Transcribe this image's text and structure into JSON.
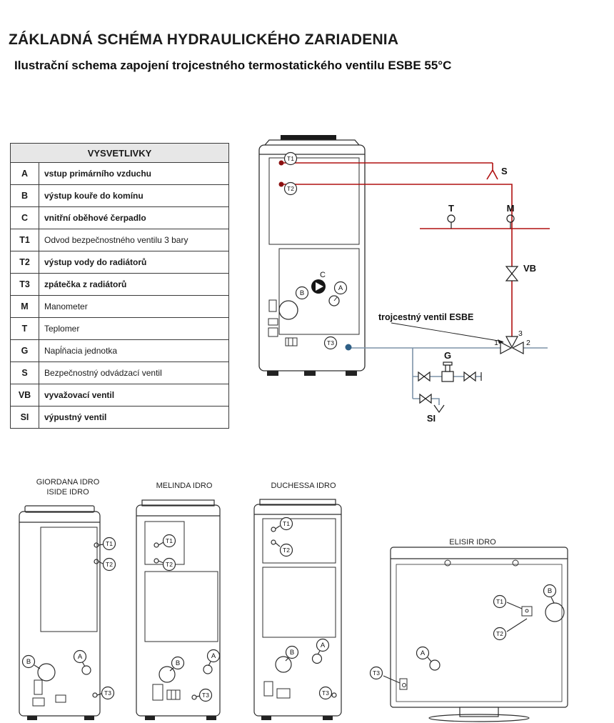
{
  "header": {
    "title": "ZÁKLADNÁ SCHÉMA HYDRAULICKÉHO ZARIADENIA",
    "subtitle": "Ilustrační schema  zapojení trojcestného termostatického ventilu ESBE 55°C"
  },
  "legend": {
    "title": "VYSVETLIVKY",
    "rows": [
      {
        "key": "A",
        "label": "vstup primárního vzduchu"
      },
      {
        "key": "B",
        "label": "výstup kouře do komínu"
      },
      {
        "key": "C",
        "label": "vnitřní oběhové čerpadlo"
      },
      {
        "key": "T1",
        "label": "Odvod bezpečnostného ventilu 3 bary"
      },
      {
        "key": "T2",
        "label": "výstup vody do radiátorů"
      },
      {
        "key": "T3",
        "label": "zpátečka z radiátorů"
      },
      {
        "key": "M",
        "label": "Manometer"
      },
      {
        "key": "T",
        "label": "Teplomer"
      },
      {
        "key": "G",
        "label": "Napĺňacia jednotka"
      },
      {
        "key": "S",
        "label": "Bezpečnostný odvádzací ventil"
      },
      {
        "key": "VB",
        "label": "vyvažovací ventil"
      },
      {
        "key": "SI",
        "label": "výpustný ventil"
      }
    ]
  },
  "schematic": {
    "valve_note": "trojcestný ventil ESBE",
    "callouts": {
      "t1": "T1",
      "t2": "T2",
      "t3": "T3",
      "a": "A",
      "b": "B",
      "c": "C"
    },
    "instruments": {
      "s": "S",
      "t": "T",
      "m": "M",
      "vb": "VB",
      "g": "G",
      "si": "SI"
    },
    "valve_ports": {
      "p1": "1",
      "p2": "2",
      "p3": "3"
    },
    "colors": {
      "supply_line": "#b01010",
      "return_line": "#7d93a8"
    }
  },
  "models": [
    {
      "name": "GIORDANA IDRO",
      "name2": "ISIDE IDRO",
      "callouts": {
        "t1": "T1",
        "t2": "T2",
        "t3": "T3",
        "a": "A",
        "b": "B"
      }
    },
    {
      "name": "MELINDA IDRO",
      "callouts": {
        "t1": "T1",
        "t2": "T2",
        "t3": "T3",
        "a": "A",
        "b": "B"
      }
    },
    {
      "name": "DUCHESSA IDRO",
      "callouts": {
        "t1": "T1",
        "t2": "T2",
        "t3": "T3",
        "a": "A",
        "b": "B"
      }
    },
    {
      "name": "ELISIR IDRO",
      "callouts": {
        "t1": "T1",
        "t2": "T2",
        "t3": "T3",
        "a": "A",
        "b": "B"
      }
    }
  ]
}
